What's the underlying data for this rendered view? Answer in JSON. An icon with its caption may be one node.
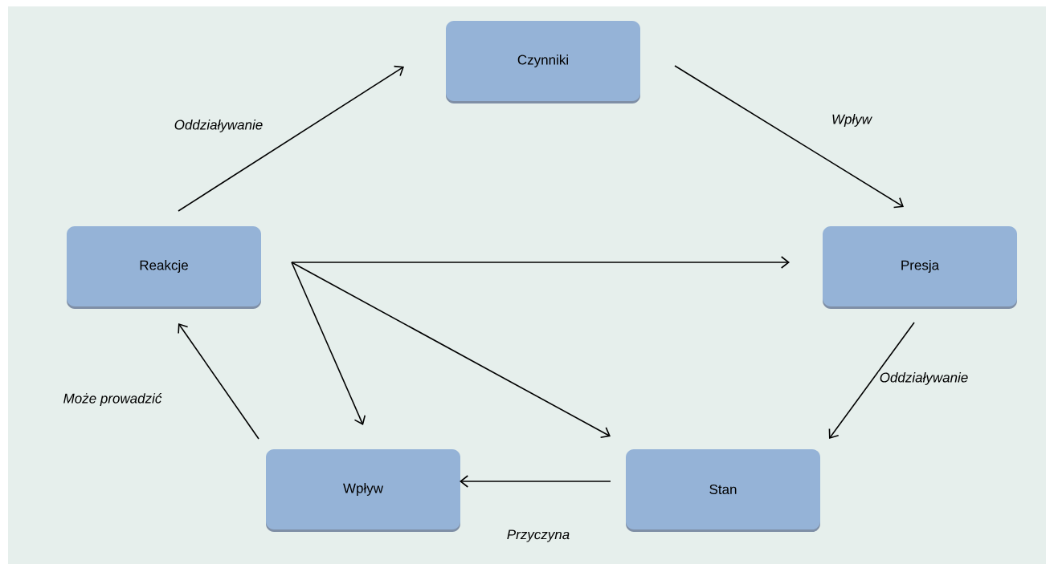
{
  "diagram": {
    "nodes": [
      {
        "text": [
          "Czynniki"
        ]
      },
      {
        "text": [
          "Presja"
        ]
      },
      {
        "text": [
          "Stan"
        ]
      },
      {
        "text": [
          "Wpływ"
        ]
      },
      {
        "text": [
          "Reakcje"
        ]
      }
    ],
    "edges": [
      {
        "from": 4,
        "to": 0,
        "arrow": "to",
        "label": "Oddziaływanie"
      },
      {
        "from": 0,
        "to": 1,
        "arrow": "to",
        "label": "Wpływ"
      },
      {
        "from": 1,
        "to": 2,
        "arrow": "to",
        "label": "Oddziaływanie"
      },
      {
        "from": 2,
        "to": 3,
        "arrow": "to",
        "label": "Przyczyna"
      },
      {
        "from": 3,
        "to": 4,
        "arrow": "to",
        "label": "Może prowadzić"
      },
      {
        "from": 4,
        "to": 1,
        "arrow": "to"
      },
      {
        "from": 4,
        "to": 3,
        "arrow": "to"
      },
      {
        "from": 4,
        "to": 2,
        "arrow": "to"
      }
    ]
  }
}
